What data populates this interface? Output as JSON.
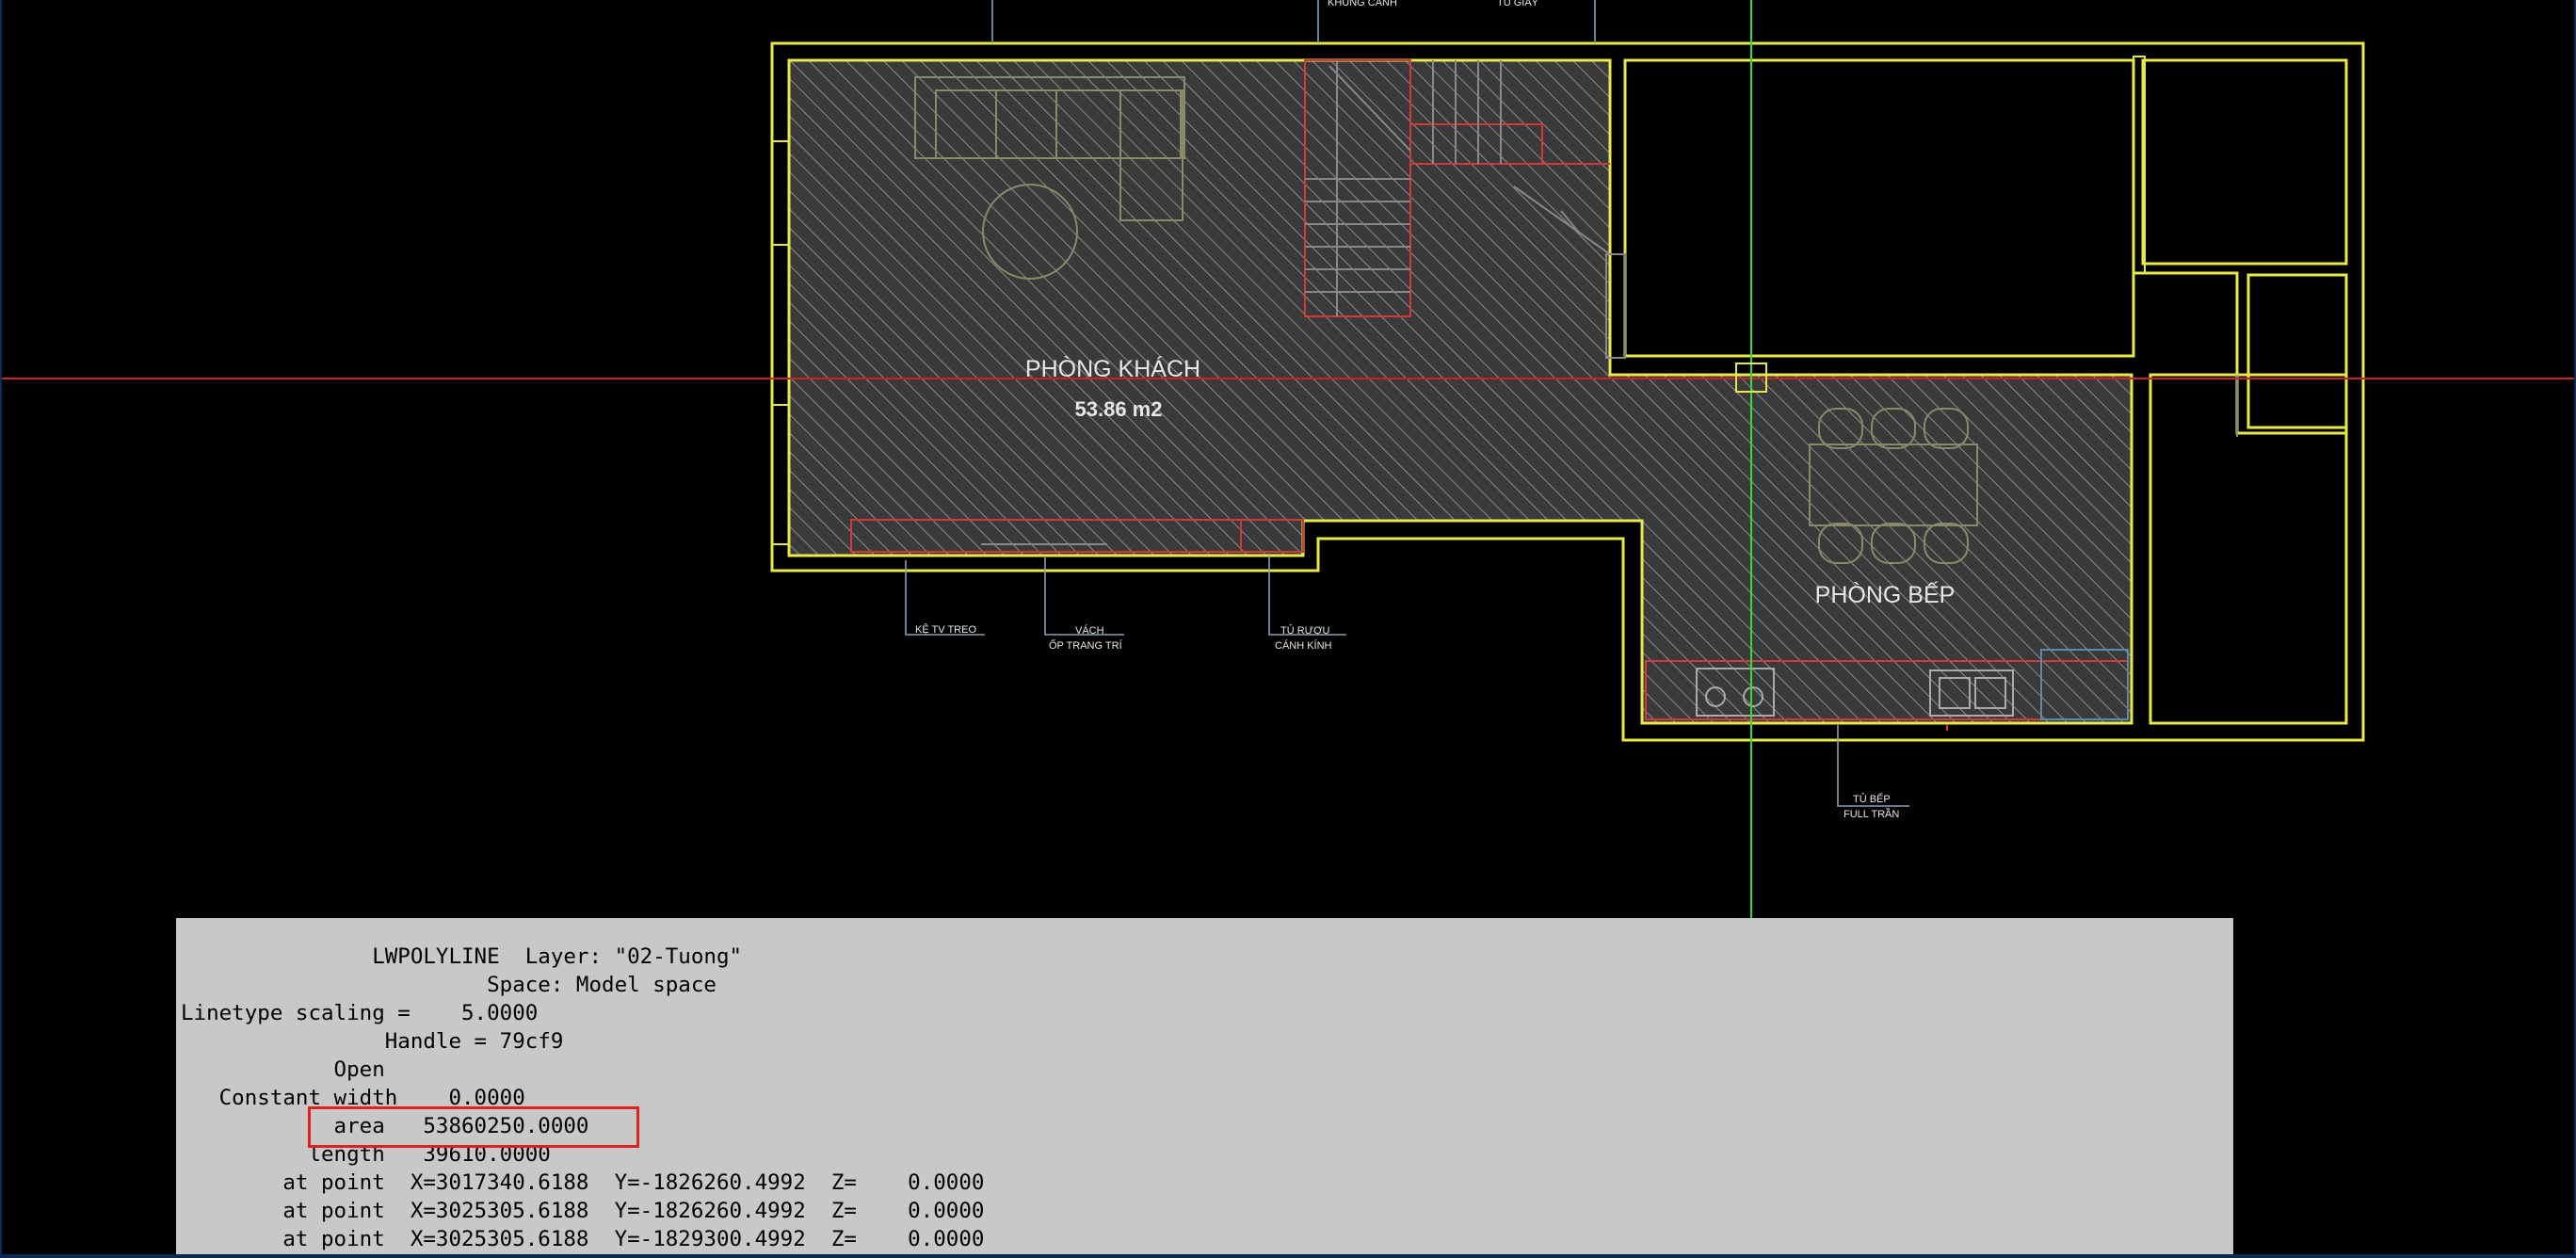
{
  "drawing": {
    "room_living": "PHÒNG KHÁCH",
    "room_living_area": "53.86 m2",
    "room_kitchen": "PHÒNG BẾP",
    "tag_tv_shelf": "KỆ TV TREO",
    "tag_wall_panel_1": "VÁCH",
    "tag_wall_panel_2": "ỐP TRANG TRÍ",
    "tag_wine_cabinet_1": "TỦ RƯỢU",
    "tag_wine_cabinet_2": "CÁNH KÍNH",
    "tag_kitchen_cabinet_1": "TỦ BẾP",
    "tag_kitchen_cabinet_2": "FULL TRẦN",
    "tag_top_1": "KHUNG CÁNH",
    "tag_top_2": "TỦ GIÀY"
  },
  "list_output": {
    "lines": [
      "               LWPOLYLINE  Layer: \"02-Tuong\"",
      "                        Space: Model space",
      "Linetype scaling =    5.0000",
      "                Handle = 79cf9",
      "            Open",
      "   Constant width    0.0000",
      "            area   53860250.0000",
      "          length   39610.0000",
      "        at point  X=3017340.6188  Y=-1826260.4992  Z=    0.0000",
      "        at point  X=3025305.6188  Y=-1826260.4992  Z=    0.0000",
      "        at point  X=3025305.6188  Y=-1829300.4992  Z=    0.0000"
    ]
  },
  "colors": {
    "wall": "#e8e84a",
    "red_line": "#d23a3a",
    "crosshair_green": "#33dd33",
    "crosshair_red": "#cc2222",
    "text_window_bg": "#c8c8c8"
  }
}
